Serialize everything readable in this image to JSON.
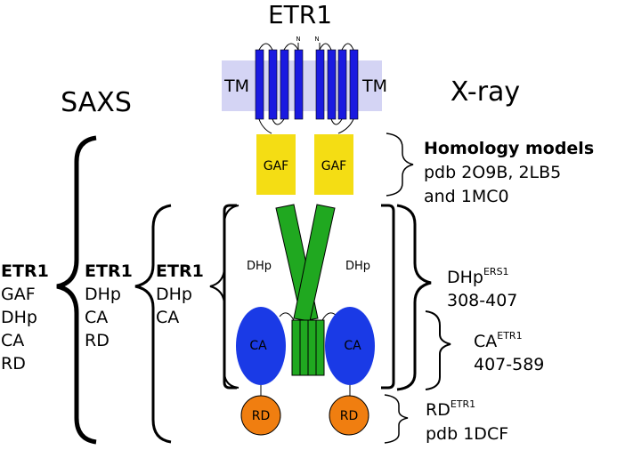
{
  "title": "ETR1",
  "left_header": "SAXS",
  "right_header": "X-ray",
  "membrane": {
    "left_label": "TM",
    "right_label": "TM",
    "n_term_left": "N",
    "n_term_right": "N"
  },
  "domains": {
    "gaf_left": "GAF",
    "gaf_right": "GAF",
    "dhp_left": "DHp",
    "dhp_right": "DHp",
    "ca_left": "CA",
    "ca_right": "CA",
    "rd_left": "RD",
    "rd_right": "RD"
  },
  "saxs_constructs": [
    {
      "name": "ETR1",
      "lines": [
        "GAF",
        "DHp",
        "CA",
        "RD"
      ]
    },
    {
      "name": "ETR1",
      "lines": [
        "DHp",
        "CA",
        "RD"
      ]
    },
    {
      "name": "ETR1",
      "lines": [
        "DHp",
        "CA"
      ]
    }
  ],
  "xray_structures": {
    "homology": {
      "title": "Homology models",
      "line1": "pdb 2O9B, 2LB5",
      "line2": "and 1MC0"
    },
    "dhp": {
      "base": "DHp",
      "sup": "ERS1",
      "range": "308-407"
    },
    "ca": {
      "base": "CA",
      "sup": "ETR1",
      "range": "407-589"
    },
    "rd": {
      "base": "RD",
      "sup": "ETR1",
      "line2": "pdb 1DCF"
    }
  },
  "colors": {
    "membrane": "#d4d4f4",
    "tm_helix": "#1a1ae0",
    "gaf": "#f4dd14",
    "dhp": "#20a820",
    "ca": "#1a3ae6",
    "rd": "#f07e10"
  }
}
